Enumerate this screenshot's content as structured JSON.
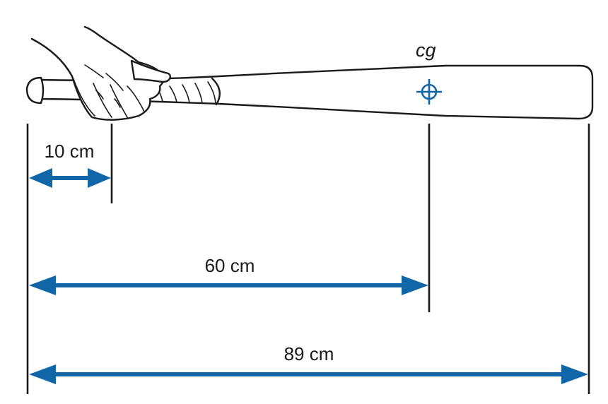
{
  "labels": {
    "cg": "cg",
    "grip_distance": "10 cm",
    "cg_distance": "60 cm",
    "bat_length": "89 cm"
  },
  "colors": {
    "arrow": "#1166a8",
    "outline": "#1a1a1a"
  }
}
